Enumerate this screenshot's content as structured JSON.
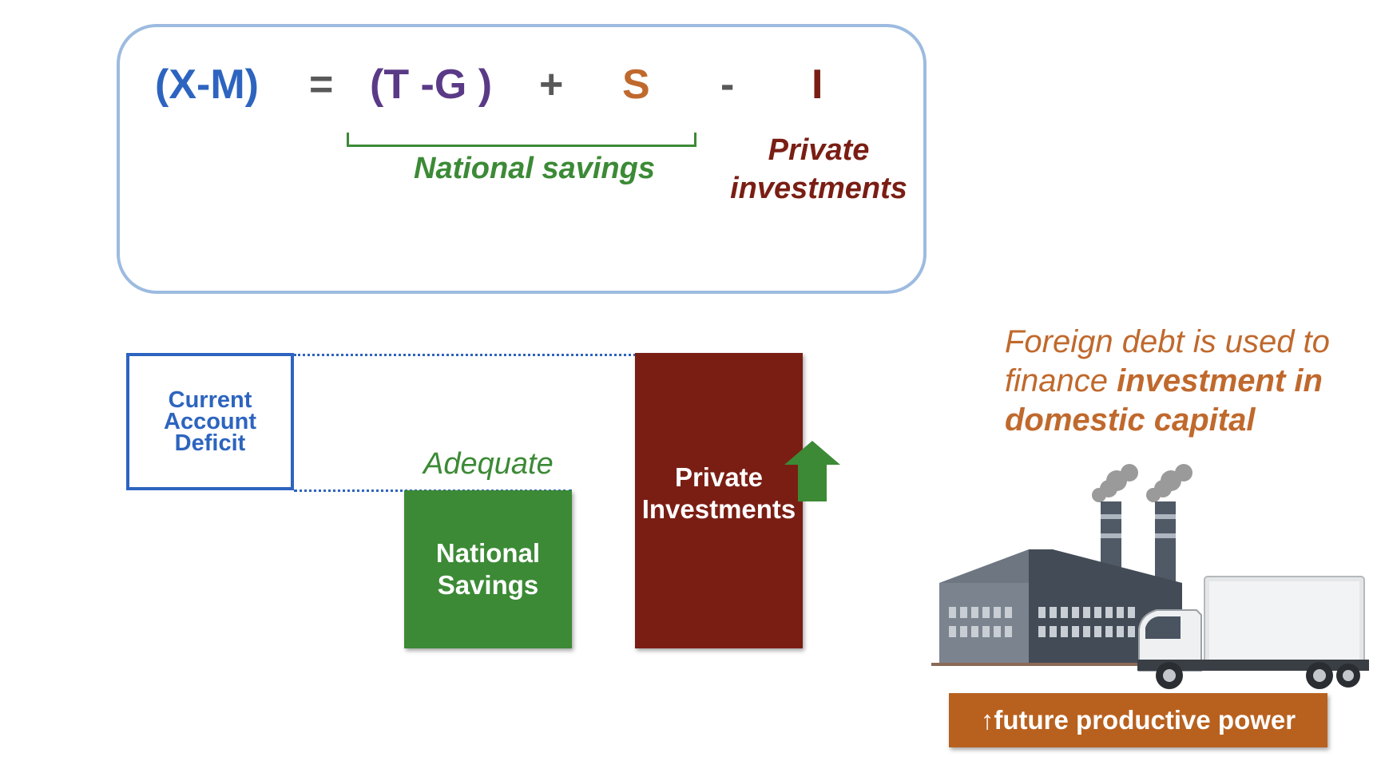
{
  "equation": {
    "lhs": "(X-M)",
    "equals": "=",
    "govt": "(T -G )",
    "plus": "+",
    "savings": "S",
    "minus": "-",
    "investment": "I",
    "national_savings_label": "National savings",
    "private_investments_label_line1": "Private",
    "private_investments_label_line2": "investments"
  },
  "diagram": {
    "current_account_deficit_line1": "Current",
    "current_account_deficit_line2": "Account",
    "current_account_deficit_line3": "Deficit",
    "adequate_label": "Adequate",
    "national_savings_bar_line1": "National",
    "national_savings_bar_line2": "Savings",
    "private_investments_bar_line1": "Private",
    "private_investments_bar_line2": "Investments",
    "arrow_icon": "up-arrow-icon"
  },
  "note": {
    "part1": "Foreign debt is used to finance ",
    "part2_bold": "investment in domestic capital"
  },
  "banner": {
    "text": "↑future productive power"
  },
  "colors": {
    "blue": "#2d64bf",
    "purple": "#5a3a86",
    "grey": "#595959",
    "orange": "#c0692d",
    "dark_red": "#7a1e14",
    "green": "#3c8a36",
    "box_border": "#9dbbe0",
    "banner": "#b8611f"
  }
}
